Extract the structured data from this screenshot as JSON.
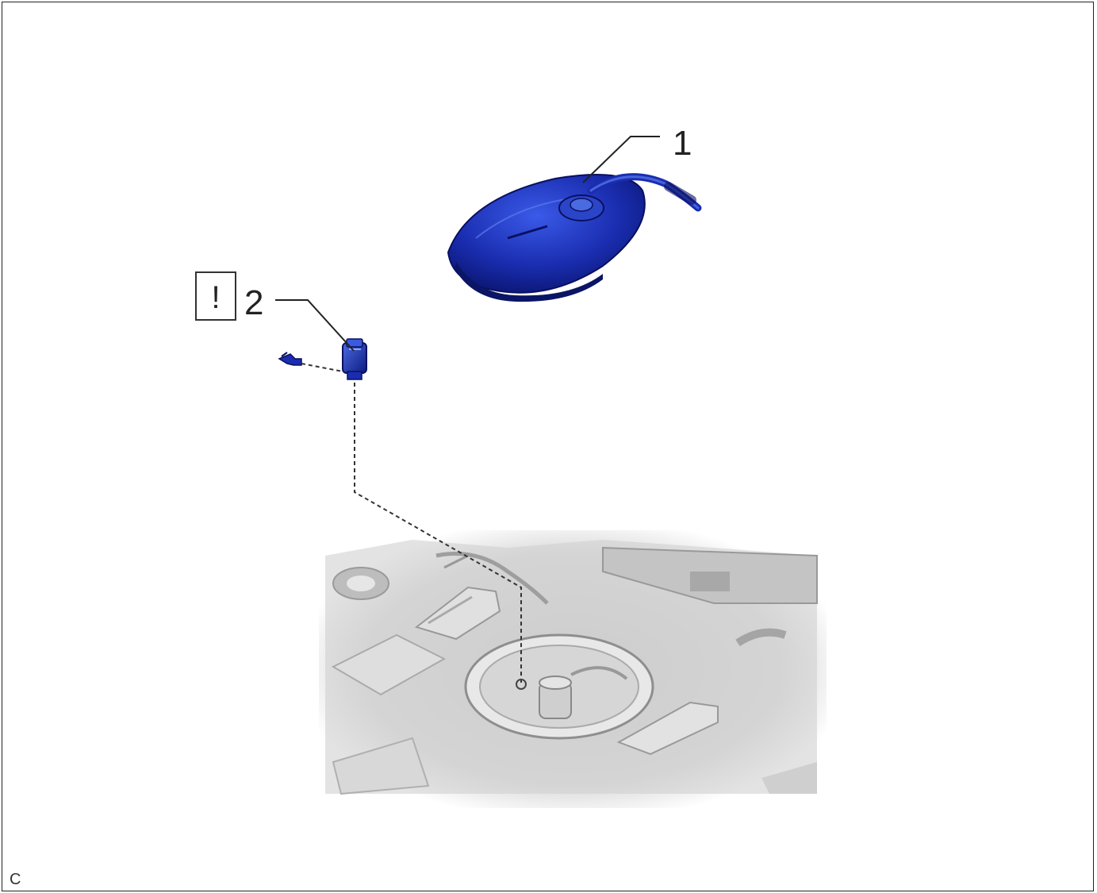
{
  "callouts": [
    {
      "label": "1"
    },
    {
      "label": "2"
    }
  ],
  "warning_symbol": "!",
  "corner_code": "C",
  "colors": {
    "part_blue": "#1a2db0",
    "part_blue_dark": "#0d1a80",
    "part_blue_light": "#4a6ae0",
    "line": "#222222",
    "background_gray": "#d8d8d8"
  },
  "icons": [
    "warning-box-icon"
  ]
}
